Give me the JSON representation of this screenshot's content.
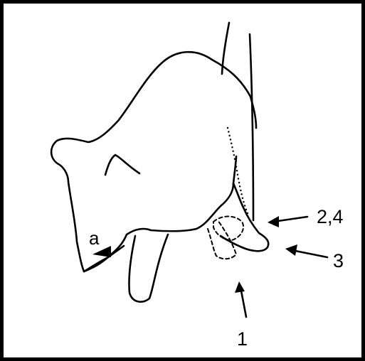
{
  "figure": {
    "labels": {
      "arrow_2_4": "2,4",
      "arrow_3": "3",
      "arrow_1": "1",
      "muzzle_marker": "a"
    }
  },
  "colors": {
    "line": "#000000",
    "background": "#ffffff"
  }
}
